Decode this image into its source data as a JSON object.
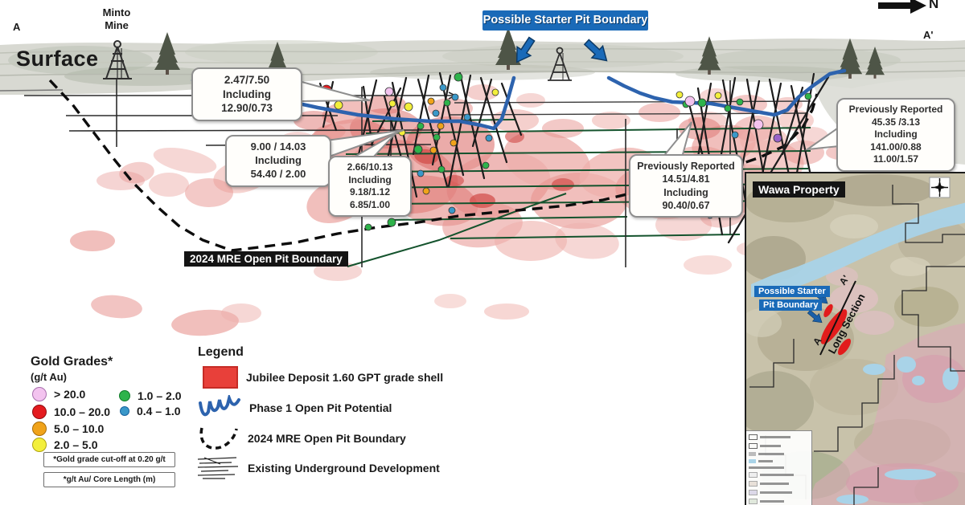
{
  "figure": {
    "section_marker_left": "A",
    "section_marker_right": "A'",
    "north_label": "N",
    "surface_label": "Surface",
    "mine_label": "Minto Mine",
    "starter_pit_banner": "Possible Starter Pit Boundary",
    "mre_boundary_tag": "2024 MRE Open Pit Boundary"
  },
  "callouts": [
    {
      "lines": [
        "2.47/7.50",
        "Including",
        "12.90/0.73"
      ]
    },
    {
      "lines": [
        "9.00 / 14.03",
        "Including",
        "54.40 / 2.00"
      ]
    },
    {
      "lines": [
        "2.66/10.13",
        "Including",
        "9.18/1.12",
        "6.85/1.00"
      ]
    },
    {
      "lines": [
        "Previously Reported",
        "14.51/4.81",
        "Including",
        "90.40/0.67"
      ]
    },
    {
      "lines": [
        "Previously Reported",
        "45.35 /3.13",
        "Including",
        "141.00/0.88",
        "11.00/1.57"
      ]
    }
  ],
  "gold_grades": {
    "title": "Gold Grades*",
    "unit": "(g/t Au)",
    "classes": [
      {
        "label": "> 20.0",
        "color": "#f3c3ef"
      },
      {
        "label": "10.0 – 20.0",
        "color": "#e41b1f"
      },
      {
        "label": "5.0 – 10.0",
        "color": "#f0a31a"
      },
      {
        "label": "2.0 – 5.0",
        "color": "#f3ef3b"
      },
      {
        "label": "1.0 – 2.0",
        "color": "#2eb34b"
      },
      {
        "label": "0.4 – 1.0",
        "color": "#3a98c9"
      }
    ],
    "footnote_cutoff": "*Gold grade cut-off at 0.20 g/t",
    "footnote_units": "*g/t Au/ Core Length (m)"
  },
  "legend": {
    "title": "Legend",
    "items": [
      "Jubilee Deposit 1.60 GPT grade shell",
      "Phase 1 Open Pit Potential",
      "2024 MRE Open Pit Boundary",
      "Existing Underground  Development"
    ]
  },
  "inset": {
    "title": "Wawa Property",
    "starter_label_line1": "Possible Starter",
    "starter_label_line2": "Pit Boundary",
    "long_section_label": "Long Section",
    "marker_top": "A'",
    "marker_bottom": "A"
  },
  "colors": {
    "banner_blue": "#1a6ab8",
    "pit_line_blue": "#2d63ae",
    "grade_shell_red": "#e8403a",
    "label_black": "#141414"
  }
}
